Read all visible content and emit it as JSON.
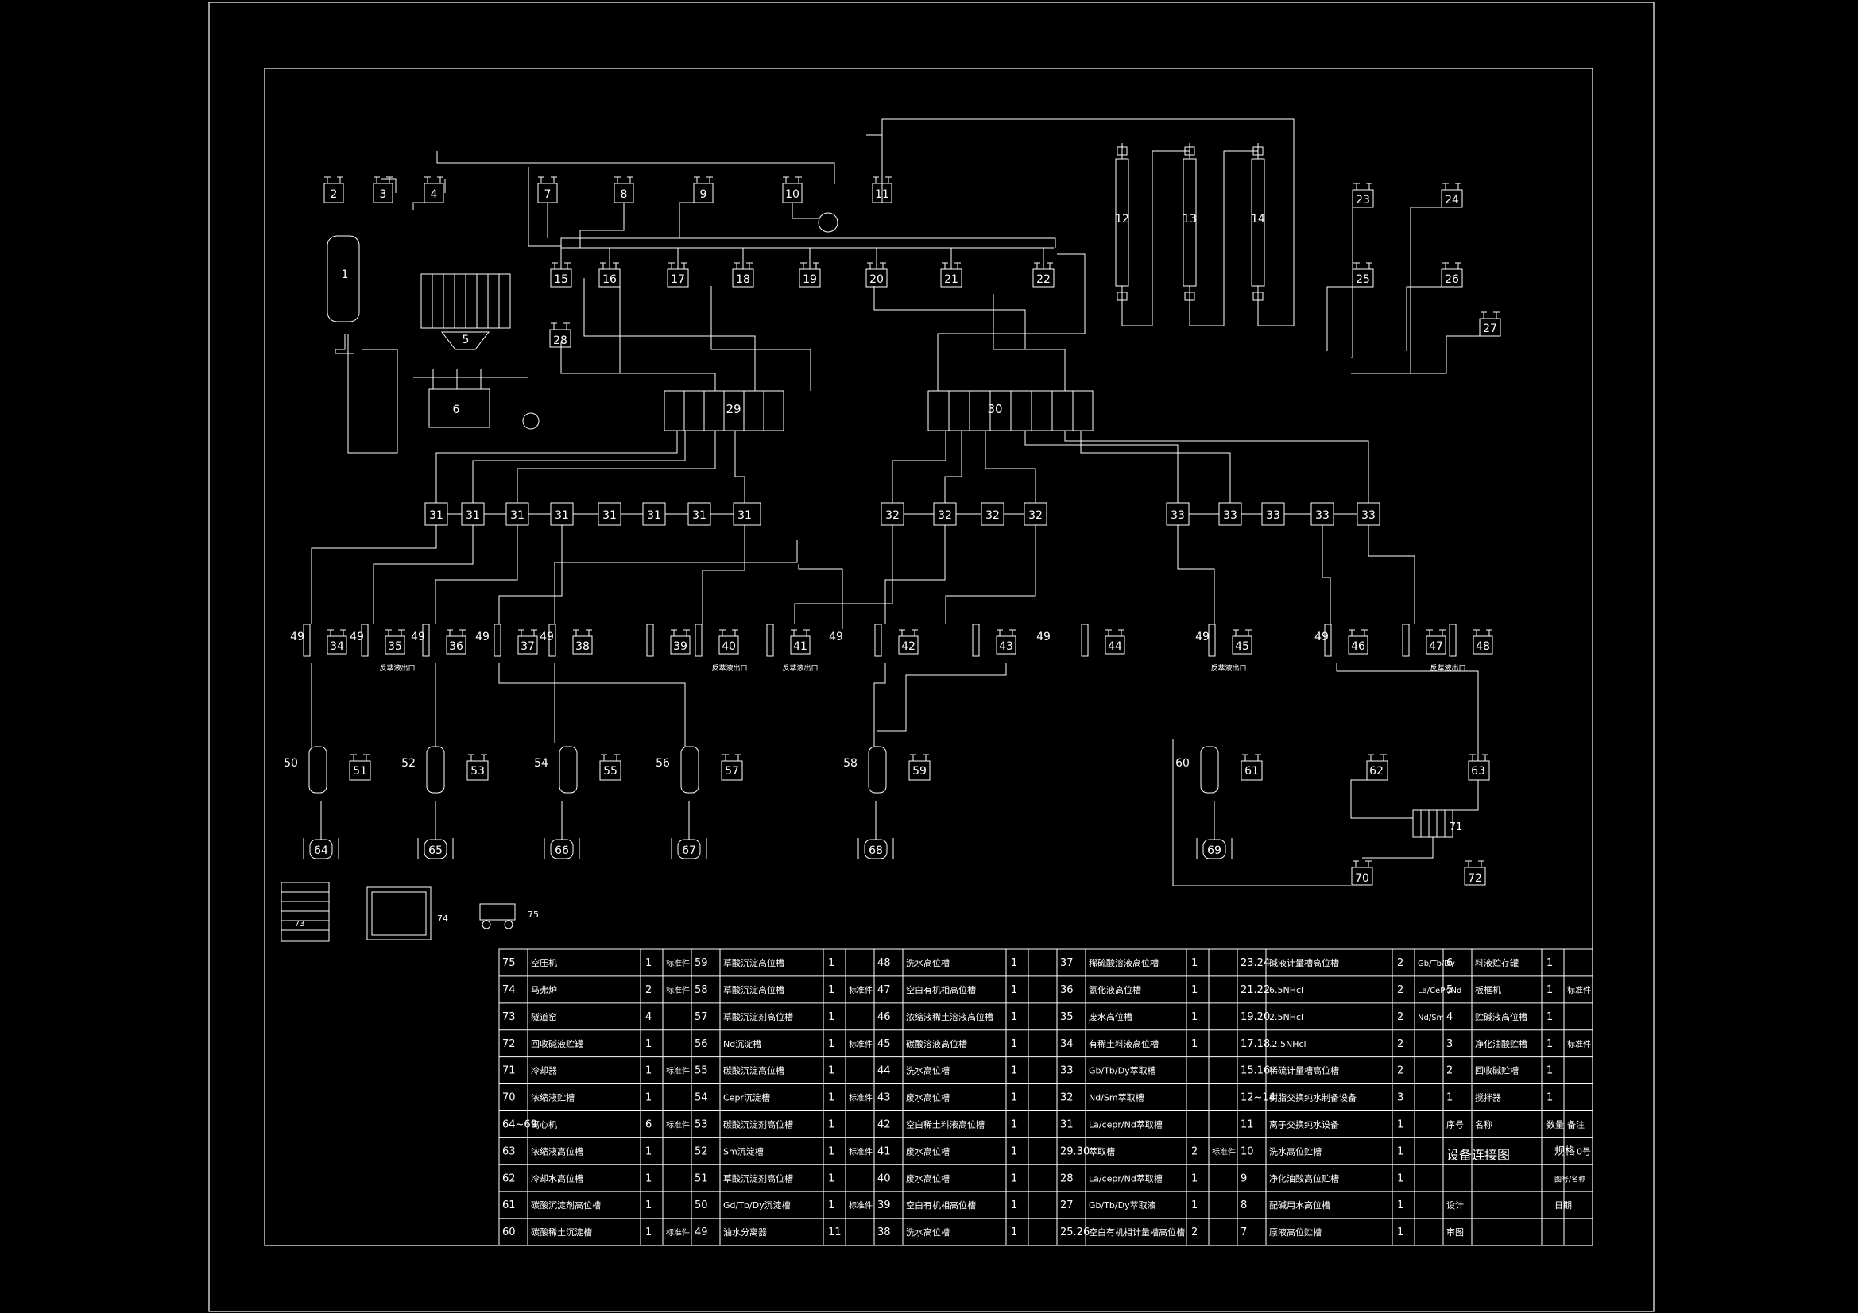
{
  "equipment_labels": [
    "2",
    "3",
    "4",
    "7",
    "8",
    "9",
    "10",
    "11",
    "12",
    "13",
    "14",
    "15",
    "16",
    "17",
    "18",
    "19",
    "20",
    "21",
    "22",
    "23",
    "24",
    "25",
    "26",
    "27",
    "28",
    "29",
    "30",
    "5",
    "6",
    "1",
    "31",
    "31",
    "31",
    "31",
    "31",
    "31",
    "31",
    "31",
    "32",
    "32",
    "32",
    "32",
    "33",
    "33",
    "33",
    "33",
    "33",
    "34",
    "35",
    "36",
    "37",
    "38",
    "39",
    "40",
    "41",
    "42",
    "43",
    "44",
    "45",
    "46",
    "47",
    "48",
    "49",
    "49",
    "49",
    "49",
    "49",
    "49",
    "49",
    "49",
    "49",
    "50",
    "51",
    "52",
    "53",
    "54",
    "55",
    "56",
    "57",
    "58",
    "59",
    "60",
    "61",
    "62",
    "63",
    "64",
    "65",
    "66",
    "67",
    "68",
    "69",
    "70",
    "71",
    "72",
    "73",
    "74",
    "75"
  ],
  "notes": [
    "反萃液出口",
    "反萃液出口",
    "反萃液出口",
    "反萃液出口",
    "反萃液出口"
  ],
  "parts_table": {
    "col1": [
      {
        "no": "75",
        "name": "空压机",
        "qty": "1",
        "remark": "标准件"
      },
      {
        "no": "74",
        "name": "马弗炉",
        "qty": "2",
        "remark": "标准件"
      },
      {
        "no": "73",
        "name": "隧道窑",
        "qty": "4",
        "remark": ""
      },
      {
        "no": "72",
        "name": "回收碱液贮罐",
        "qty": "1",
        "remark": ""
      },
      {
        "no": "71",
        "name": "冷却器",
        "qty": "1",
        "remark": "标准件"
      },
      {
        "no": "70",
        "name": "浓缩液贮槽",
        "qty": "1",
        "remark": ""
      },
      {
        "no": "64~69",
        "name": "离心机",
        "qty": "6",
        "remark": "标准件"
      },
      {
        "no": "63",
        "name": "浓缩液高位槽",
        "qty": "1",
        "remark": ""
      },
      {
        "no": "62",
        "name": "冷却水高位槽",
        "qty": "1",
        "remark": ""
      },
      {
        "no": "61",
        "name": "碳酸沉淀剂高位槽",
        "qty": "1",
        "remark": ""
      },
      {
        "no": "60",
        "name": "碳酸稀土沉淀槽",
        "qty": "1",
        "remark": "标准件"
      }
    ],
    "col2": [
      {
        "no": "59",
        "name": "草酸沉淀高位槽",
        "qty": "1",
        "remark": ""
      },
      {
        "no": "58",
        "name": "草酸沉淀高位槽",
        "qty": "1",
        "remark": "标准件"
      },
      {
        "no": "57",
        "name": "草酸沉淀剂高位槽",
        "qty": "1",
        "remark": ""
      },
      {
        "no": "56",
        "name": "Nd沉淀槽",
        "qty": "1",
        "remark": "标准件"
      },
      {
        "no": "55",
        "name": "碳酸沉淀高位槽",
        "qty": "1",
        "remark": ""
      },
      {
        "no": "54",
        "name": "Cepr沉淀槽",
        "qty": "1",
        "remark": "标准件"
      },
      {
        "no": "53",
        "name": "碳酸沉淀剂高位槽",
        "qty": "1",
        "remark": ""
      },
      {
        "no": "52",
        "name": "Sm沉淀槽",
        "qty": "1",
        "remark": "标准件"
      },
      {
        "no": "51",
        "name": "草酸沉淀剂高位槽",
        "qty": "1",
        "remark": ""
      },
      {
        "no": "50",
        "name": "Gd/Tb/Dy沉淀槽",
        "qty": "1",
        "remark": "标准件"
      },
      {
        "no": "49",
        "name": "油水分离器",
        "qty": "11",
        "remark": ""
      }
    ],
    "col3": [
      {
        "no": "48",
        "name": "洗水高位槽",
        "qty": "1",
        "remark": ""
      },
      {
        "no": "47",
        "name": "空白有机相高位槽",
        "qty": "1",
        "remark": ""
      },
      {
        "no": "46",
        "name": "浓缩液稀土溶液高位槽",
        "qty": "1",
        "remark": ""
      },
      {
        "no": "45",
        "name": "碳酸溶液高位槽",
        "qty": "1",
        "remark": ""
      },
      {
        "no": "44",
        "name": "洗水高位槽",
        "qty": "1",
        "remark": ""
      },
      {
        "no": "43",
        "name": "废水高位槽",
        "qty": "1",
        "remark": ""
      },
      {
        "no": "42",
        "name": "空白稀土料液高位槽",
        "qty": "1",
        "remark": ""
      },
      {
        "no": "41",
        "name": "废水高位槽",
        "qty": "1",
        "remark": ""
      },
      {
        "no": "40",
        "name": "废水高位槽",
        "qty": "1",
        "remark": ""
      },
      {
        "no": "39",
        "name": "空白有机相高位槽",
        "qty": "1",
        "remark": ""
      },
      {
        "no": "38",
        "name": "洗水高位槽",
        "qty": "1",
        "remark": ""
      }
    ],
    "col4": [
      {
        "no": "37",
        "name": "稀硫酸溶液高位槽",
        "qty": "1",
        "remark": ""
      },
      {
        "no": "36",
        "name": "氨化液高位槽",
        "qty": "1",
        "remark": ""
      },
      {
        "no": "35",
        "name": "废水高位槽",
        "qty": "1",
        "remark": ""
      },
      {
        "no": "34",
        "name": "有稀土料液高位槽",
        "qty": "1",
        "remark": ""
      },
      {
        "no": "33",
        "name": "Gb/Tb/Dy萃取槽",
        "qty": "",
        "remark": ""
      },
      {
        "no": "32",
        "name": "Nd/Sm萃取槽",
        "qty": "",
        "remark": ""
      },
      {
        "no": "31",
        "name": "La/cepr/Nd萃取槽",
        "qty": "",
        "remark": ""
      },
      {
        "no": "29.30",
        "name": "萃取槽",
        "qty": "2",
        "remark": "标准件"
      },
      {
        "no": "28",
        "name": "La/cepr/Nd萃取槽",
        "qty": "1",
        "remark": ""
      },
      {
        "no": "27",
        "name": "Gb/Tb/Dy萃取液",
        "qty": "1",
        "remark": ""
      },
      {
        "no": "25.26",
        "name": "空白有机相计量槽高位槽",
        "qty": "2",
        "remark": ""
      }
    ],
    "col5": [
      {
        "no": "23.24",
        "name": "碱液计量槽高位槽",
        "qty": "2",
        "remark": "Gb/Tb/Dy"
      },
      {
        "no": "21.22",
        "name": "6.5NHcl",
        "qty": "2",
        "remark": "La/CePr/Nd"
      },
      {
        "no": "19.20",
        "name": "2.5NHcl",
        "qty": "2",
        "remark": "Nd/Sm"
      },
      {
        "no": "17.18",
        "name": ".2.5NHcl",
        "qty": "2",
        "remark": ""
      },
      {
        "no": "15.16",
        "name": "稀硫计量槽高位槽",
        "qty": "2",
        "remark": ""
      },
      {
        "no": "12~14",
        "name": "树脂交换纯水制备设备",
        "qty": "3",
        "remark": ""
      },
      {
        "no": "11",
        "name": "离子交换纯水设备",
        "qty": "1",
        "remark": ""
      },
      {
        "no": "10",
        "name": "洗水高位贮槽",
        "qty": "1",
        "remark": ""
      },
      {
        "no": "9",
        "name": "净化油酸高位贮槽",
        "qty": "1",
        "remark": ""
      },
      {
        "no": "8",
        "name": "配碱用水高位槽",
        "qty": "1",
        "remark": ""
      },
      {
        "no": "7",
        "name": "原液高位贮槽",
        "qty": "1",
        "remark": ""
      }
    ],
    "col6": [
      {
        "no": "6",
        "name": "料液贮存罐",
        "qty": "1",
        "remark": ""
      },
      {
        "no": "5",
        "name": "板框机",
        "qty": "1",
        "remark": "标准件"
      },
      {
        "no": "4",
        "name": "贮碱液高位槽",
        "qty": "1",
        "remark": ""
      },
      {
        "no": "3",
        "name": "净化油酸贮槽",
        "qty": "1",
        "remark": "标准件"
      },
      {
        "no": "2",
        "name": "回收碱贮槽",
        "qty": "1",
        "remark": ""
      },
      {
        "no": "1",
        "name": "搅拌器",
        "qty": "1",
        "remark": ""
      }
    ],
    "header": {
      "no": "序号",
      "name": "名称",
      "qty": "数量",
      "remark": "备注"
    },
    "title_block": {
      "title": "设备连接图",
      "scale_label": "规格",
      "scale_value": "0号",
      "drawing_no": "图号/名称",
      "design": "设计",
      "check": "审图",
      "date": "日期"
    }
  }
}
